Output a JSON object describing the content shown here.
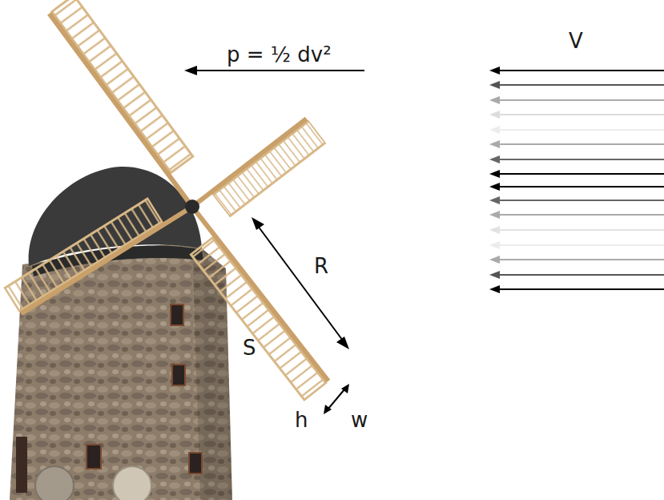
{
  "diagram": {
    "labels": [
      "p = ½ dv²",
      "V",
      "R",
      "S",
      "h",
      "w"
    ]
  }
}
